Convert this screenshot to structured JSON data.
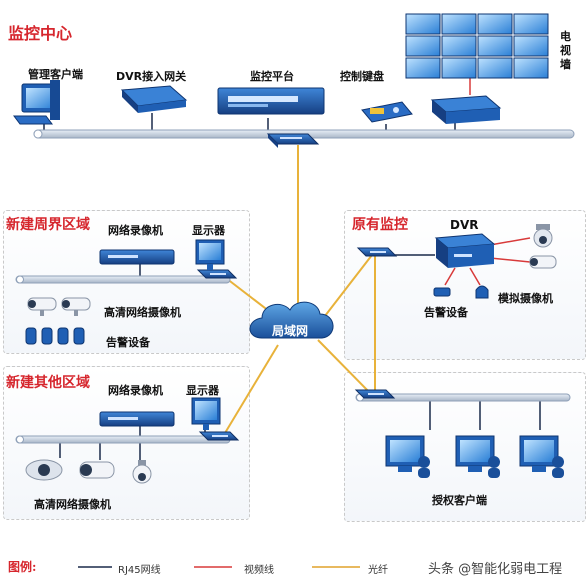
{
  "titles": {
    "center": "监控中心",
    "perimeter": "新建周界区域",
    "other": "新建其他区域",
    "existing": "原有监控"
  },
  "labels": {
    "admin_client": "管理客户端",
    "dvr_gateway": "DVR接入网关",
    "platform": "监控平台",
    "keyboard": "控制键盘",
    "tv_wall": "电\n视\n墙",
    "nvr1": "网络录像机",
    "monitor1": "显示器",
    "hd_cam1": "高清网络摄像机",
    "alarm1": "告警设备",
    "lan": "局域网",
    "nvr2": "网络录像机",
    "monitor2": "显示器",
    "hd_cam2": "高清网络摄像机",
    "dvr": "DVR",
    "alarm2": "告警设备",
    "analog_cam": "模拟摄像机",
    "auth_client": "授权客户端"
  },
  "legend": {
    "title": "图例:",
    "items": [
      {
        "label": "RJ45网线",
        "color": "#1a2a4a"
      },
      {
        "label": "视频线",
        "color": "#d83a3a"
      },
      {
        "label": "光纤",
        "color": "#e0a22a"
      }
    ]
  },
  "watermark": "头条 @智能化弱电工程",
  "colors": {
    "fiber": "#e8b23a",
    "bus": "#b8c4d4",
    "device": "#1f5fb4"
  }
}
